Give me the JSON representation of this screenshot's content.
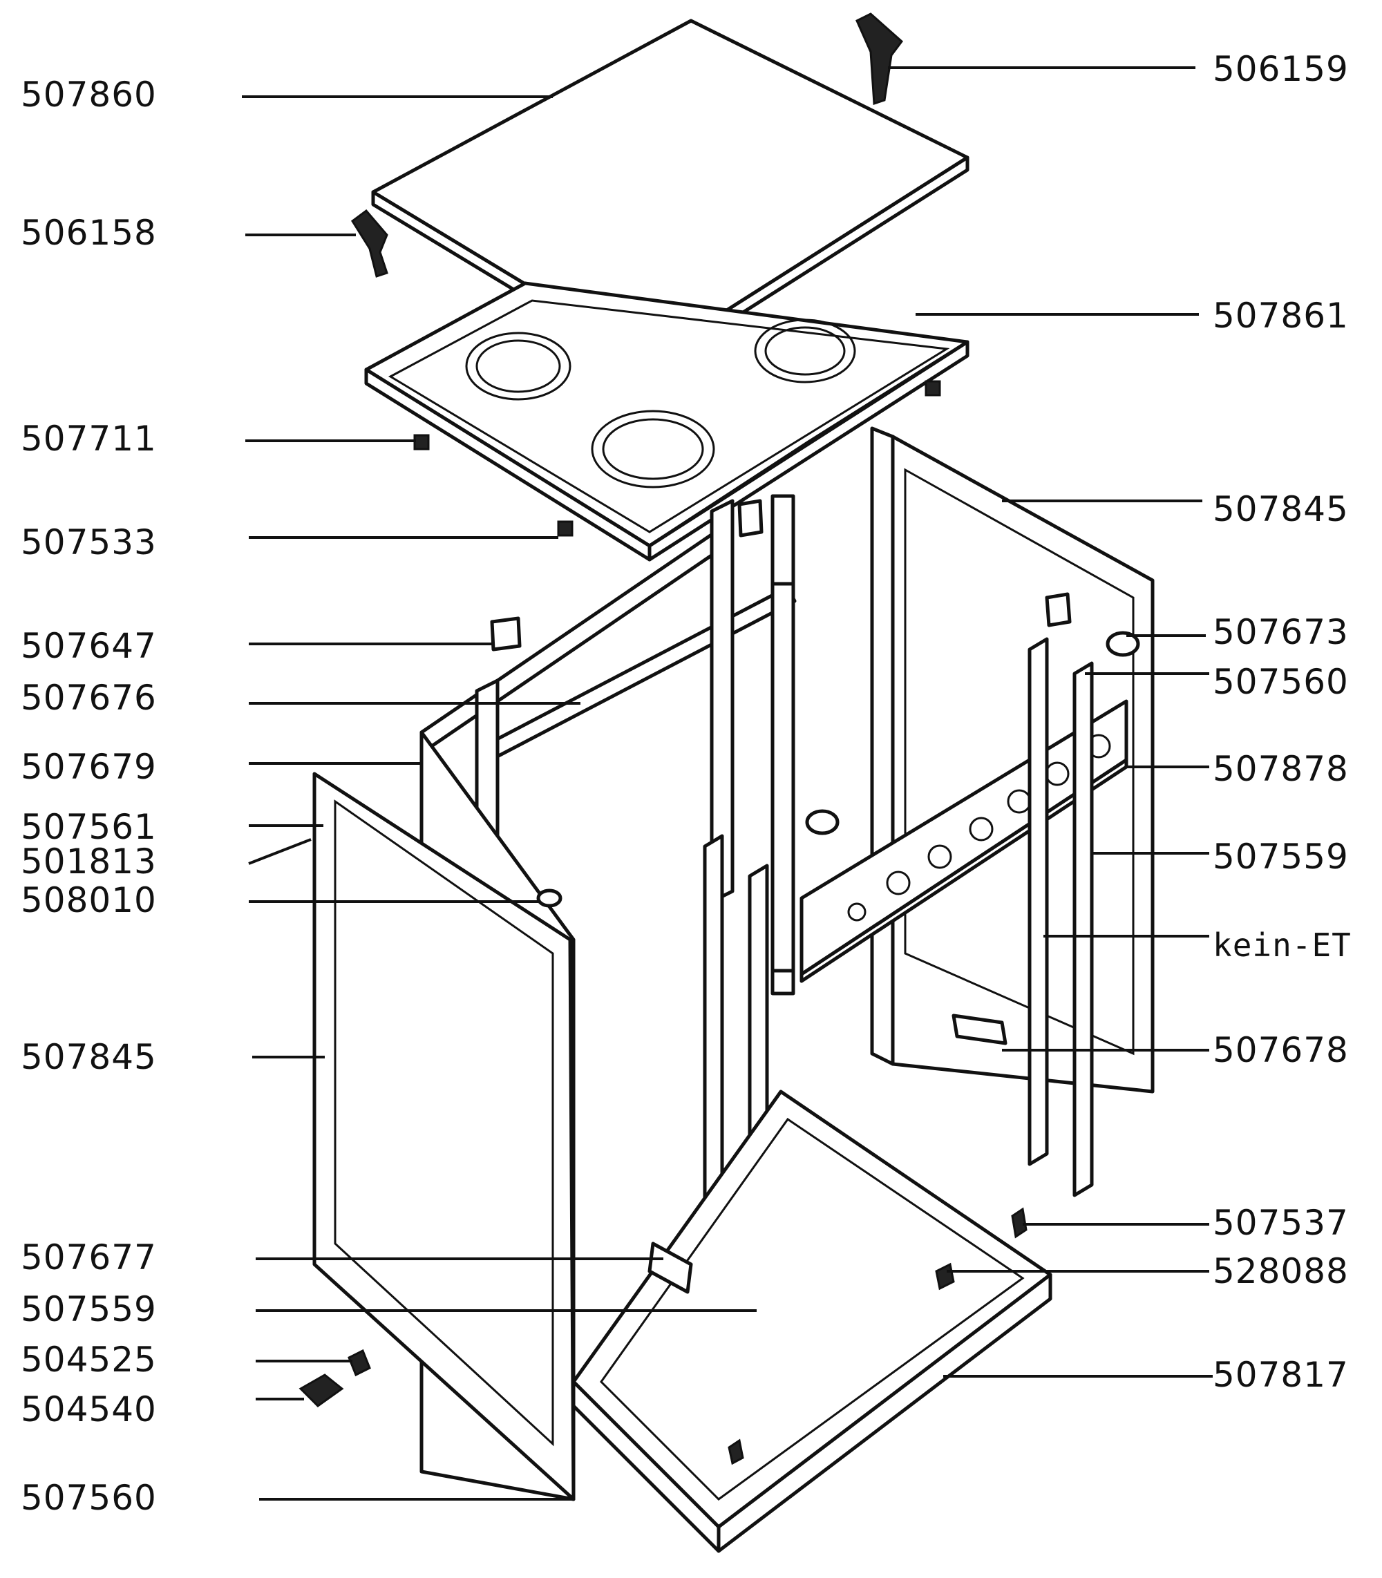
{
  "labels_left": [
    "507860",
    "506158",
    "507711",
    "507533",
    "507647",
    "507676",
    "507679",
    "507561",
    "501813",
    "508010",
    "507845",
    "507677",
    "507559",
    "504525",
    "504540",
    "507560"
  ],
  "labels_right": [
    "506159",
    "507861",
    "507845",
    "507673",
    "507560",
    "507878",
    "507559",
    "kein-ET",
    "507678",
    "507537",
    "528088",
    "507817"
  ]
}
